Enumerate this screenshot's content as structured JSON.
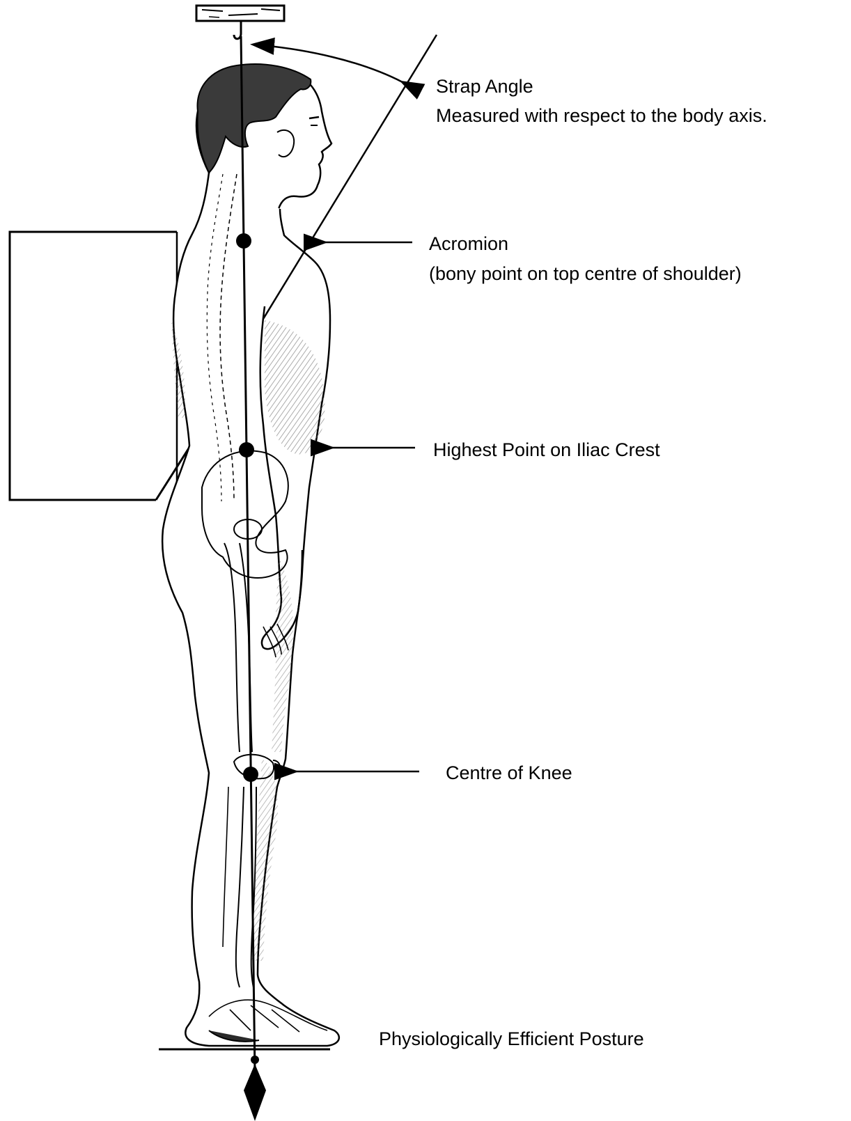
{
  "labels": {
    "strap_angle": "Strap Angle",
    "strap_angle_note": "Measured with respect to the body axis.",
    "acromion": "Acromion",
    "acromion_note": "(bony point on top centre of shoulder)",
    "iliac_crest": "Highest Point on Iliac Crest",
    "knee": "Centre of Knee",
    "posture": "Physiologically Efficient Posture"
  },
  "colors": {
    "ink": "#000000",
    "shading": "#9a9a9a",
    "background": "#ffffff"
  },
  "icons": {
    "plumb_hook": "hook-icon",
    "plumb_bob": "plumb-bob-icon",
    "landmark_marker": "filled-circle-icon",
    "pointer": "left-arrow-icon"
  }
}
